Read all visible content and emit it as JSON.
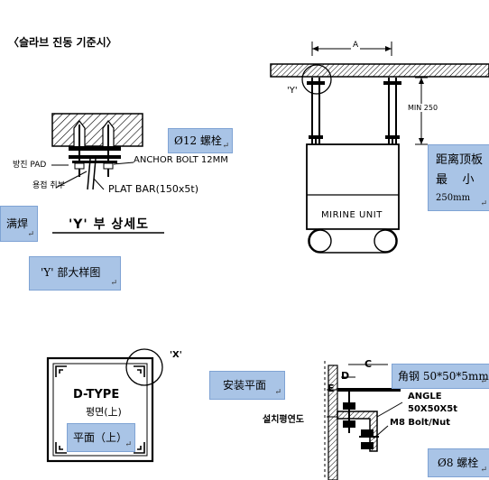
{
  "page_title": "〈슬라브 진동 기준시〉",
  "para_mark": "↵",
  "detail_y": {
    "pad_label": "방진 PAD",
    "weld_label": "용접 취부",
    "anchor_label": "ANCHOR BOLT 12MM",
    "plat_label": "PLAT BAR(150x5t)",
    "caption": "'Y' 부 상세도"
  },
  "callouts": {
    "anchor_cn": "Ø12 螺栓",
    "weld_cn": "满焊",
    "y_detail_cn": "'Y' 部大样图",
    "min_dist_cn": [
      "距离顶板",
      "最    小",
      "250mm"
    ],
    "plane_cn": "平面（上）",
    "install_plane_cn": "安装平面",
    "angle_cn": "角钢 50*50*5mm",
    "bolt_cn": "Ø8 螺栓"
  },
  "elevation": {
    "dim_a": "A",
    "y_mark": "'Y'",
    "min_label": "MIN 250",
    "unit_label": "MIRINE UNIT"
  },
  "plan": {
    "type_label": "D-TYPE",
    "plan_label": "평면(上)",
    "x_mark": "'X'"
  },
  "detail_x": {
    "c_label": "C",
    "d_label": "D",
    "e_label": "E",
    "install_label": "설치평연도",
    "angle_label": "ANGLE",
    "angle_size": "50X50X5t",
    "bolt_label": "M8 Bolt/Nut"
  }
}
